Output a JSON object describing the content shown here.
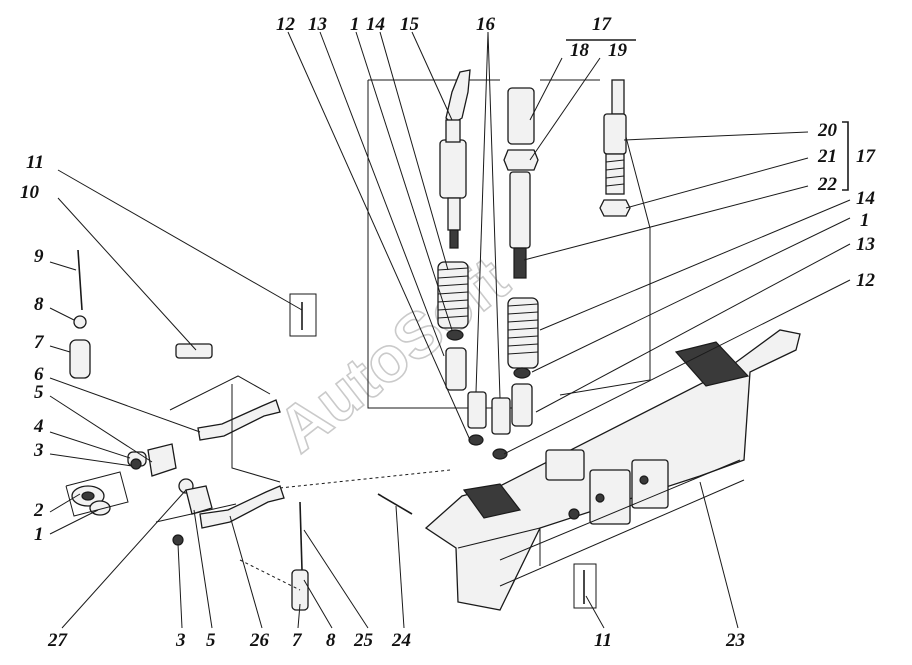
{
  "watermark": "AutoSoft",
  "labels_top": [
    "12",
    "13",
    "1",
    "14",
    "15",
    "16",
    "17",
    "18",
    "19"
  ],
  "labels_right": [
    "20",
    "21",
    "17",
    "22",
    "14",
    "1",
    "13",
    "12"
  ],
  "labels_left": [
    "11",
    "10",
    "9",
    "8",
    "7",
    "6",
    "5",
    "4",
    "3",
    "2",
    "1"
  ],
  "labels_bottom": [
    "27",
    "3",
    "5",
    "26",
    "7",
    "8",
    "25",
    "24",
    "11",
    "23"
  ]
}
